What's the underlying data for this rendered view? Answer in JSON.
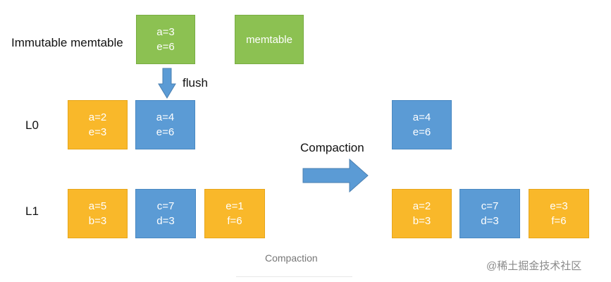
{
  "labels": {
    "immutable": "Immutable memtable",
    "flush": "flush",
    "l0": "L0",
    "l1": "L1",
    "compaction": "Compaction"
  },
  "memtables": {
    "immutable_box": {
      "line1": "a=3",
      "line2": "e=6"
    },
    "memtable_box": {
      "text": "memtable"
    }
  },
  "before": {
    "l0": [
      {
        "line1": "a=2",
        "line2": "e=3",
        "color": "#f9b82a"
      },
      {
        "line1": "a=4",
        "line2": "e=6",
        "color": "#5b9bd5"
      }
    ],
    "l1": [
      {
        "line1": "a=5",
        "line2": "b=3",
        "color": "#f9b82a"
      },
      {
        "line1": "c=7",
        "line2": "d=3",
        "color": "#5b9bd5"
      },
      {
        "line1": "e=1",
        "line2": "f=6",
        "color": "#f9b82a"
      }
    ]
  },
  "after": {
    "l0": [
      {
        "line1": "a=4",
        "line2": "e=6",
        "color": "#5b9bd5"
      }
    ],
    "l1": [
      {
        "line1": "a=2",
        "line2": "b=3",
        "color": "#f9b82a"
      },
      {
        "line1": "c=7",
        "line2": "d=3",
        "color": "#5b9bd5"
      },
      {
        "line1": "e=3",
        "line2": "f=6",
        "color": "#f9b82a"
      }
    ]
  },
  "caption": "Compaction",
  "watermark": "@稀土掘金技术社区",
  "colors": {
    "green": "#8cc152",
    "orange": "#f9b82a",
    "blue": "#5b9bd5"
  }
}
